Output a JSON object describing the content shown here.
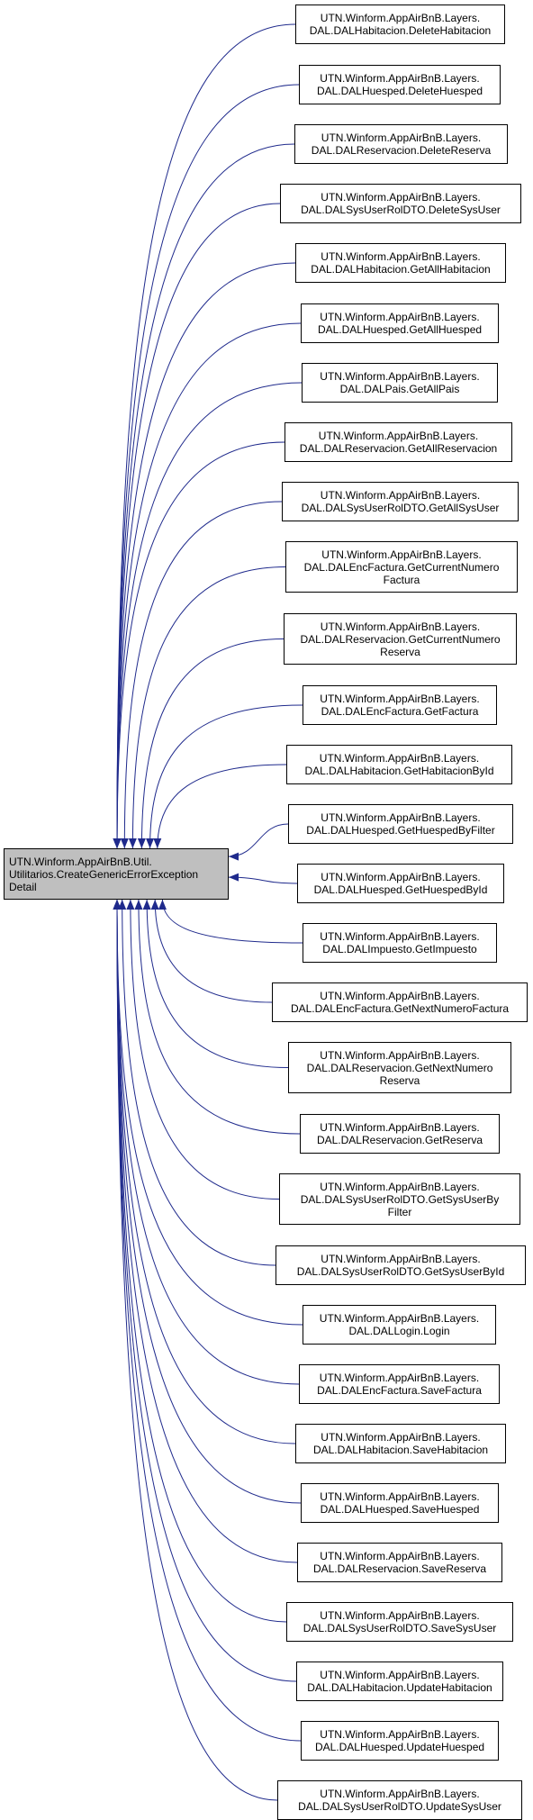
{
  "colors": {
    "edge": "#1f2a8c",
    "center_fill": "#bfbfbf",
    "node_fill": "#ffffff",
    "border": "#000000"
  },
  "center_node": {
    "lines": [
      "UTN.Winform.AppAirBnB.Util.",
      "Utilitarios.CreateGenericErrorException",
      "Detail"
    ]
  },
  "caller_nodes": [
    {
      "lines": [
        "UTN.Winform.AppAirBnB.Layers.",
        "DAL.DALHabitacion.DeleteHabitacion"
      ]
    },
    {
      "lines": [
        "UTN.Winform.AppAirBnB.Layers.",
        "DAL.DALHuesped.DeleteHuesped"
      ]
    },
    {
      "lines": [
        "UTN.Winform.AppAirBnB.Layers.",
        "DAL.DALReservacion.DeleteReserva"
      ]
    },
    {
      "lines": [
        "UTN.Winform.AppAirBnB.Layers.",
        "DAL.DALSysUserRolDTO.DeleteSysUser"
      ]
    },
    {
      "lines": [
        "UTN.Winform.AppAirBnB.Layers.",
        "DAL.DALHabitacion.GetAllHabitacion"
      ]
    },
    {
      "lines": [
        "UTN.Winform.AppAirBnB.Layers.",
        "DAL.DALHuesped.GetAllHuesped"
      ]
    },
    {
      "lines": [
        "UTN.Winform.AppAirBnB.Layers.",
        "DAL.DALPais.GetAllPais"
      ]
    },
    {
      "lines": [
        "UTN.Winform.AppAirBnB.Layers.",
        "DAL.DALReservacion.GetAllReservacion"
      ]
    },
    {
      "lines": [
        "UTN.Winform.AppAirBnB.Layers.",
        "DAL.DALSysUserRolDTO.GetAllSysUser"
      ]
    },
    {
      "lines": [
        "UTN.Winform.AppAirBnB.Layers.",
        "DAL.DALEncFactura.GetCurrentNumero",
        "Factura"
      ]
    },
    {
      "lines": [
        "UTN.Winform.AppAirBnB.Layers.",
        "DAL.DALReservacion.GetCurrentNumero",
        "Reserva"
      ]
    },
    {
      "lines": [
        "UTN.Winform.AppAirBnB.Layers.",
        "DAL.DALEncFactura.GetFactura"
      ]
    },
    {
      "lines": [
        "UTN.Winform.AppAirBnB.Layers.",
        "DAL.DALHabitacion.GetHabitacionById"
      ]
    },
    {
      "lines": [
        "UTN.Winform.AppAirBnB.Layers.",
        "DAL.DALHuesped.GetHuespedByFilter"
      ]
    },
    {
      "lines": [
        "UTN.Winform.AppAirBnB.Layers.",
        "DAL.DALHuesped.GetHuespedById"
      ]
    },
    {
      "lines": [
        "UTN.Winform.AppAirBnB.Layers.",
        "DAL.DALImpuesto.GetImpuesto"
      ]
    },
    {
      "lines": [
        "UTN.Winform.AppAirBnB.Layers.",
        "DAL.DALEncFactura.GetNextNumeroFactura"
      ]
    },
    {
      "lines": [
        "UTN.Winform.AppAirBnB.Layers.",
        "DAL.DALReservacion.GetNextNumero",
        "Reserva"
      ]
    },
    {
      "lines": [
        "UTN.Winform.AppAirBnB.Layers.",
        "DAL.DALReservacion.GetReserva"
      ]
    },
    {
      "lines": [
        "UTN.Winform.AppAirBnB.Layers.",
        "DAL.DALSysUserRolDTO.GetSysUserBy",
        "Filter"
      ]
    },
    {
      "lines": [
        "UTN.Winform.AppAirBnB.Layers.",
        "DAL.DALSysUserRolDTO.GetSysUserById"
      ]
    },
    {
      "lines": [
        "UTN.Winform.AppAirBnB.Layers.",
        "DAL.DALLogin.Login"
      ]
    },
    {
      "lines": [
        "UTN.Winform.AppAirBnB.Layers.",
        "DAL.DALEncFactura.SaveFactura"
      ]
    },
    {
      "lines": [
        "UTN.Winform.AppAirBnB.Layers.",
        "DAL.DALHabitacion.SaveHabitacion"
      ]
    },
    {
      "lines": [
        "UTN.Winform.AppAirBnB.Layers.",
        "DAL.DALHuesped.SaveHuesped"
      ]
    },
    {
      "lines": [
        "UTN.Winform.AppAirBnB.Layers.",
        "DAL.DALReservacion.SaveReserva"
      ]
    },
    {
      "lines": [
        "UTN.Winform.AppAirBnB.Layers.",
        "DAL.DALSysUserRolDTO.SaveSysUser"
      ]
    },
    {
      "lines": [
        "UTN.Winform.AppAirBnB.Layers.",
        "DAL.DALHabitacion.UpdateHabitacion"
      ]
    },
    {
      "lines": [
        "UTN.Winform.AppAirBnB.Layers.",
        "DAL.DALHuesped.UpdateHuesped"
      ]
    },
    {
      "lines": [
        "UTN.Winform.AppAirBnB.Layers.",
        "DAL.DALSysUserRolDTO.UpdateSysUser"
      ]
    }
  ]
}
